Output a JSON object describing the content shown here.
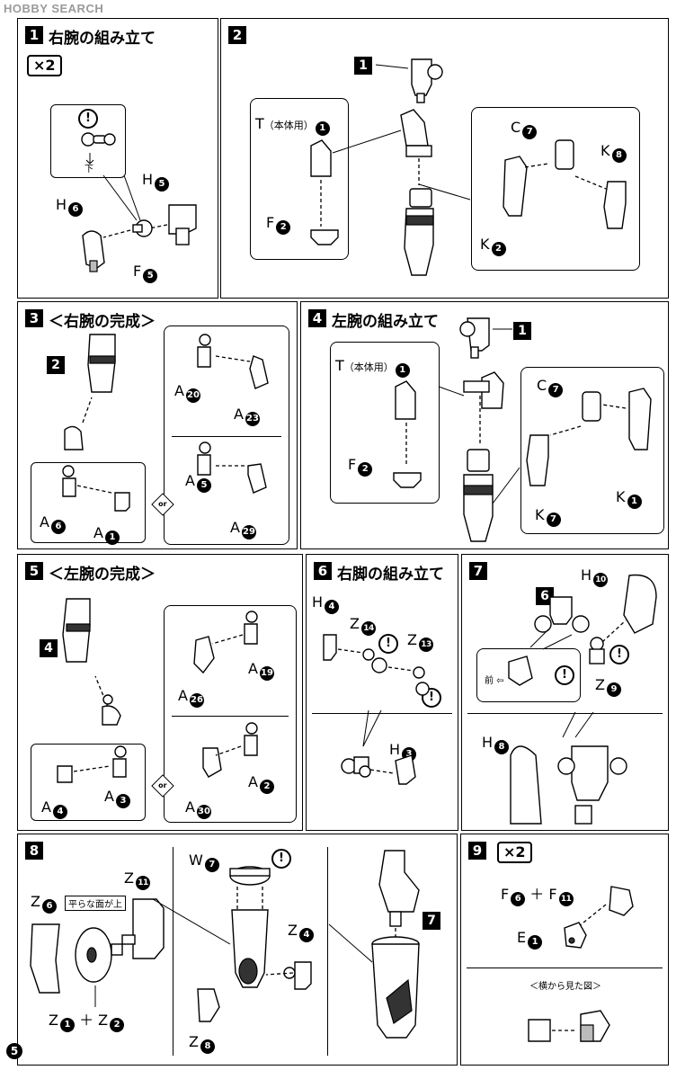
{
  "watermark": "HOBBY SEARCH",
  "page_number": "5",
  "steps": [
    {
      "num": "1",
      "title": "右腕の組み立て",
      "multiplier": "×2",
      "labels": {
        "h6": "H",
        "h6n": "6",
        "h5": "H",
        "h5n": "5",
        "f5": "F",
        "f5n": "5",
        "shita": "下"
      }
    },
    {
      "num": "2",
      "title": "",
      "labels": {
        "ref": "1",
        "t": "T",
        "t_note": "（本体用）",
        "tn": "1",
        "f": "F",
        "fn": "2",
        "c": "C",
        "cn": "7",
        "k8": "K",
        "k8n": "8",
        "k2": "K",
        "k2n": "2"
      }
    },
    {
      "num": "3",
      "title": "＜右腕の完成＞",
      "labels": {
        "ref": "2",
        "a20": "A",
        "a20n": "20",
        "a23": "A",
        "a23n": "23",
        "a5": "A",
        "a5n": "5",
        "a29": "A",
        "a29n": "29",
        "a6": "A",
        "a6n": "6",
        "a1": "A",
        "a1n": "1",
        "or": "or"
      }
    },
    {
      "num": "4",
      "title": "左腕の組み立て",
      "labels": {
        "ref": "1",
        "t": "T",
        "t_note": "（本体用）",
        "tn": "1",
        "f": "F",
        "fn": "2",
        "c": "C",
        "cn": "7",
        "k7": "K",
        "k7n": "7",
        "k1": "K",
        "k1n": "1"
      }
    },
    {
      "num": "5",
      "title": "＜左腕の完成＞",
      "labels": {
        "ref": "4",
        "a19": "A",
        "a19n": "19",
        "a26": "A",
        "a26n": "26",
        "a2": "A",
        "a2n": "2",
        "a30": "A",
        "a30n": "30",
        "a4": "A",
        "a4n": "4",
        "a3": "A",
        "a3n": "3",
        "or": "or"
      }
    },
    {
      "num": "6",
      "title": "右脚の組み立て",
      "labels": {
        "h4": "H",
        "h4n": "4",
        "z14": "Z",
        "z14n": "14",
        "z13": "Z",
        "z13n": "13",
        "h3": "H",
        "h3n": "3"
      }
    },
    {
      "num": "7",
      "title": "",
      "labels": {
        "ref": "6",
        "h10": "H",
        "h10n": "10",
        "z9": "Z",
        "z9n": "9",
        "h8": "H",
        "h8n": "8",
        "mae": "前"
      }
    },
    {
      "num": "8",
      "title": "",
      "labels": {
        "z11": "Z",
        "z11n": "11",
        "z6": "Z",
        "z6n": "6",
        "flat_note": "平らな面が上",
        "z1": "Z",
        "z1n": "1",
        "plus": "＋",
        "z2": "Z",
        "z2n": "2",
        "w7": "W",
        "w7n": "7",
        "z4": "Z",
        "z4n": "4",
        "z8": "Z",
        "z8n": "8",
        "ref": "7"
      }
    },
    {
      "num": "9",
      "title": "",
      "multiplier": "×2",
      "labels": {
        "f6": "F",
        "f6n": "6",
        "plus": "＋",
        "f11": "F",
        "f11n": "11",
        "e1": "E",
        "e1n": "1",
        "side_view": "＜横から見た図＞"
      }
    }
  ],
  "warning_symbol": "!"
}
